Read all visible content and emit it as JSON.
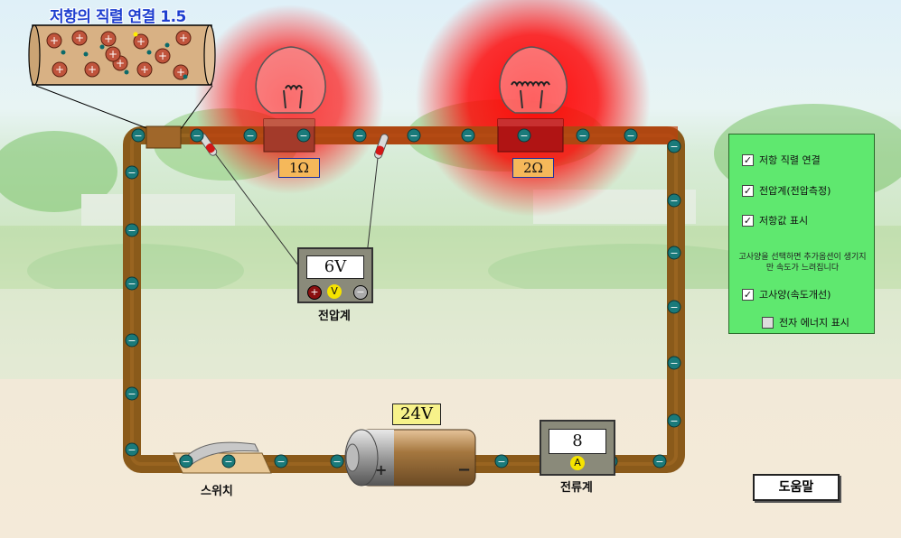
{
  "title": "저항의 직렬 연결 1.5",
  "resistors": [
    {
      "label": "1Ω"
    },
    {
      "label": "2Ω"
    }
  ],
  "voltmeter": {
    "reading": "6V",
    "caption": "전압계",
    "v_symbol": "V"
  },
  "ammeter": {
    "reading": "8",
    "caption": "전류계",
    "a_symbol": "A"
  },
  "battery": {
    "voltage": "24V",
    "plus": "+",
    "minus": "−"
  },
  "switch": {
    "caption": "스위치"
  },
  "panel": {
    "options": [
      {
        "label": "저항 직렬 연결",
        "checked": true
      },
      {
        "label": "전압계(전압측정)",
        "checked": true
      },
      {
        "label": "저항값 표시",
        "checked": true
      }
    ],
    "note": "고사양을 선택하면 추가옵션이 생기지만 속도가 느려집니다",
    "hq_option": {
      "label": "고사양(속도개선)",
      "checked": true
    },
    "energy_option": {
      "label": "전자 에너지 표시",
      "checked": false
    }
  },
  "help_button": "도움말",
  "colors": {
    "wire": "#8a5a1a",
    "glow": "#ff0000",
    "panel": "#5fe86f",
    "electron": "#1a7a7a"
  }
}
